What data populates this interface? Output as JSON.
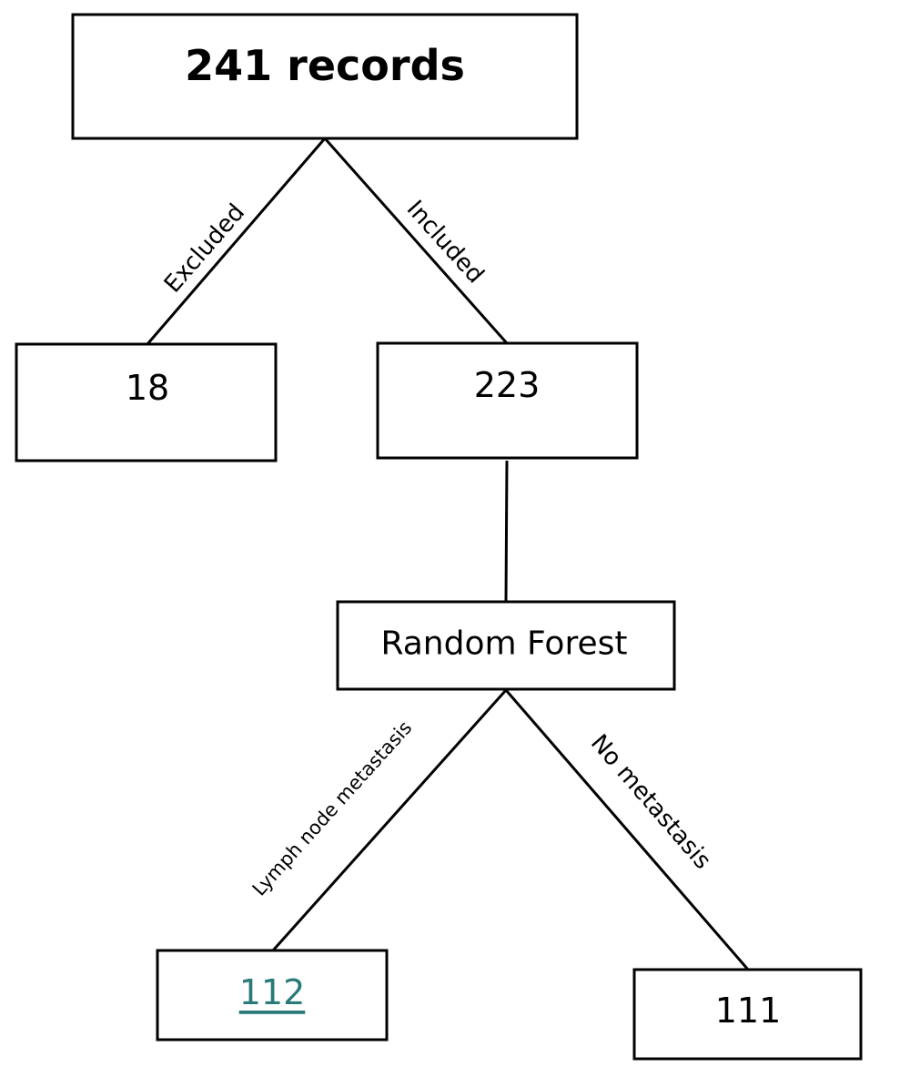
{
  "nodes": {
    "root": {
      "label": "241 records"
    },
    "excluded": {
      "label": "18"
    },
    "included": {
      "label": "223"
    },
    "method": {
      "label": "Random Forest"
    },
    "metastasis": {
      "label": "112"
    },
    "no_metastasis": {
      "label": "111"
    }
  },
  "edges": {
    "root_to_excluded": {
      "label": "Excluded"
    },
    "root_to_included": {
      "label": "Included"
    },
    "included_to_method": {
      "label": ""
    },
    "method_to_metastasis": {
      "label": "Lymph node metastasis"
    },
    "method_to_no_metastasis": {
      "label": "No metastasis"
    }
  },
  "colors": {
    "line": "#000000",
    "link_text": "#2a7a78",
    "background": "#ffffff"
  }
}
